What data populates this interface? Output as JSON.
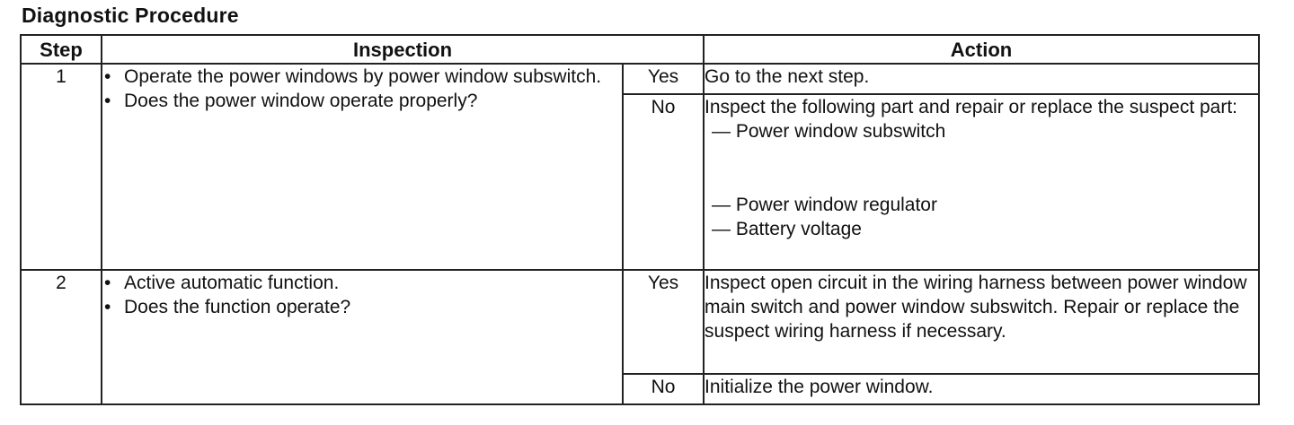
{
  "title": "Diagnostic Procedure",
  "headers": {
    "step": "Step",
    "inspection": "Inspection",
    "action": "Action"
  },
  "steps": [
    {
      "number": "1",
      "inspection": [
        "Operate the power windows by power window subswitch.",
        "Does the power window operate properly?"
      ],
      "yes": {
        "label": "Yes",
        "action": "Go to the next step."
      },
      "no": {
        "label": "No",
        "action": "Inspect the following part and repair or replace the suspect part:",
        "parts": [
          "Power window subswitch",
          "Power window regulator",
          "Battery voltage"
        ]
      }
    },
    {
      "number": "2",
      "inspection": [
        "Active automatic function.",
        "Does the function operate?"
      ],
      "yes": {
        "label": "Yes",
        "action": "Inspect open circuit in the wiring harness between power window main switch and power window subswitch. Repair or replace the suspect wiring harness if necessary."
      },
      "no": {
        "label": "No",
        "action": "Initialize the power window."
      }
    }
  ]
}
